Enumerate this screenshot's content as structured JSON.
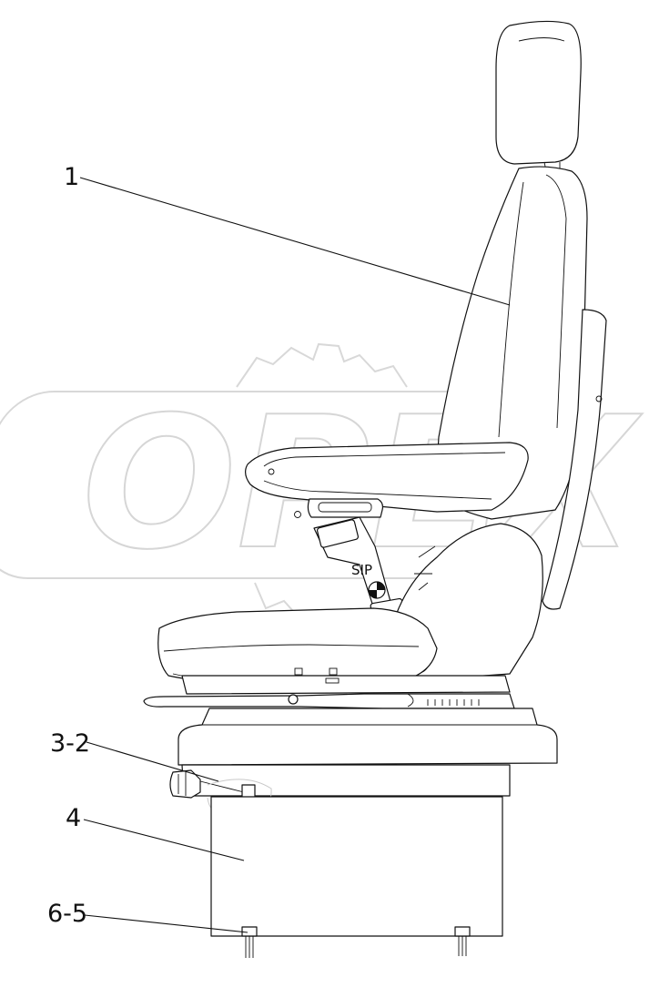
{
  "watermark": {
    "text": "OPEX"
  },
  "callouts": [
    {
      "id": "c1",
      "label": "1"
    },
    {
      "id": "c2",
      "label": "3-2"
    },
    {
      "id": "c3",
      "label": "4"
    },
    {
      "id": "c4",
      "label": "6-5"
    }
  ],
  "sip_label": "SIP"
}
